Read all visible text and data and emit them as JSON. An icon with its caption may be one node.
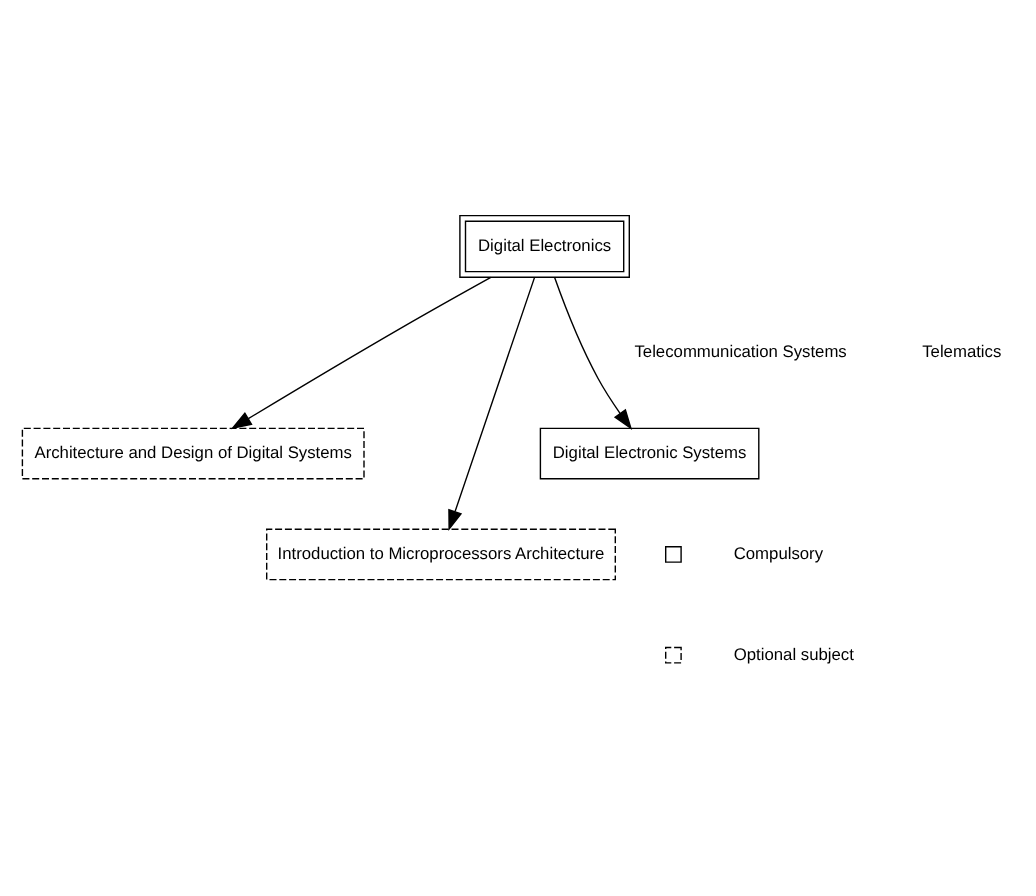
{
  "diagram": {
    "nodes": [
      {
        "text": [
          "Digital Electronics"
        ]
      },
      {
        "text": [
          "Architecture and Design of Digital Systems"
        ]
      },
      {
        "text": [
          "Introduction to Microprocessors Architecture"
        ]
      },
      {
        "text": [
          "Digital Electronic Systems"
        ]
      }
    ],
    "edges": [
      {
        "from": 0,
        "to": 1,
        "arrow": "to"
      },
      {
        "from": 0,
        "to": 2,
        "arrow": "to"
      },
      {
        "from": 0,
        "to": 3,
        "arrow": "to"
      }
    ],
    "labels": [
      "Telecommunication Systems",
      "Telematics"
    ],
    "legend": [
      {
        "text": "Compulsory"
      },
      {
        "text": "Optional subject"
      }
    ]
  }
}
